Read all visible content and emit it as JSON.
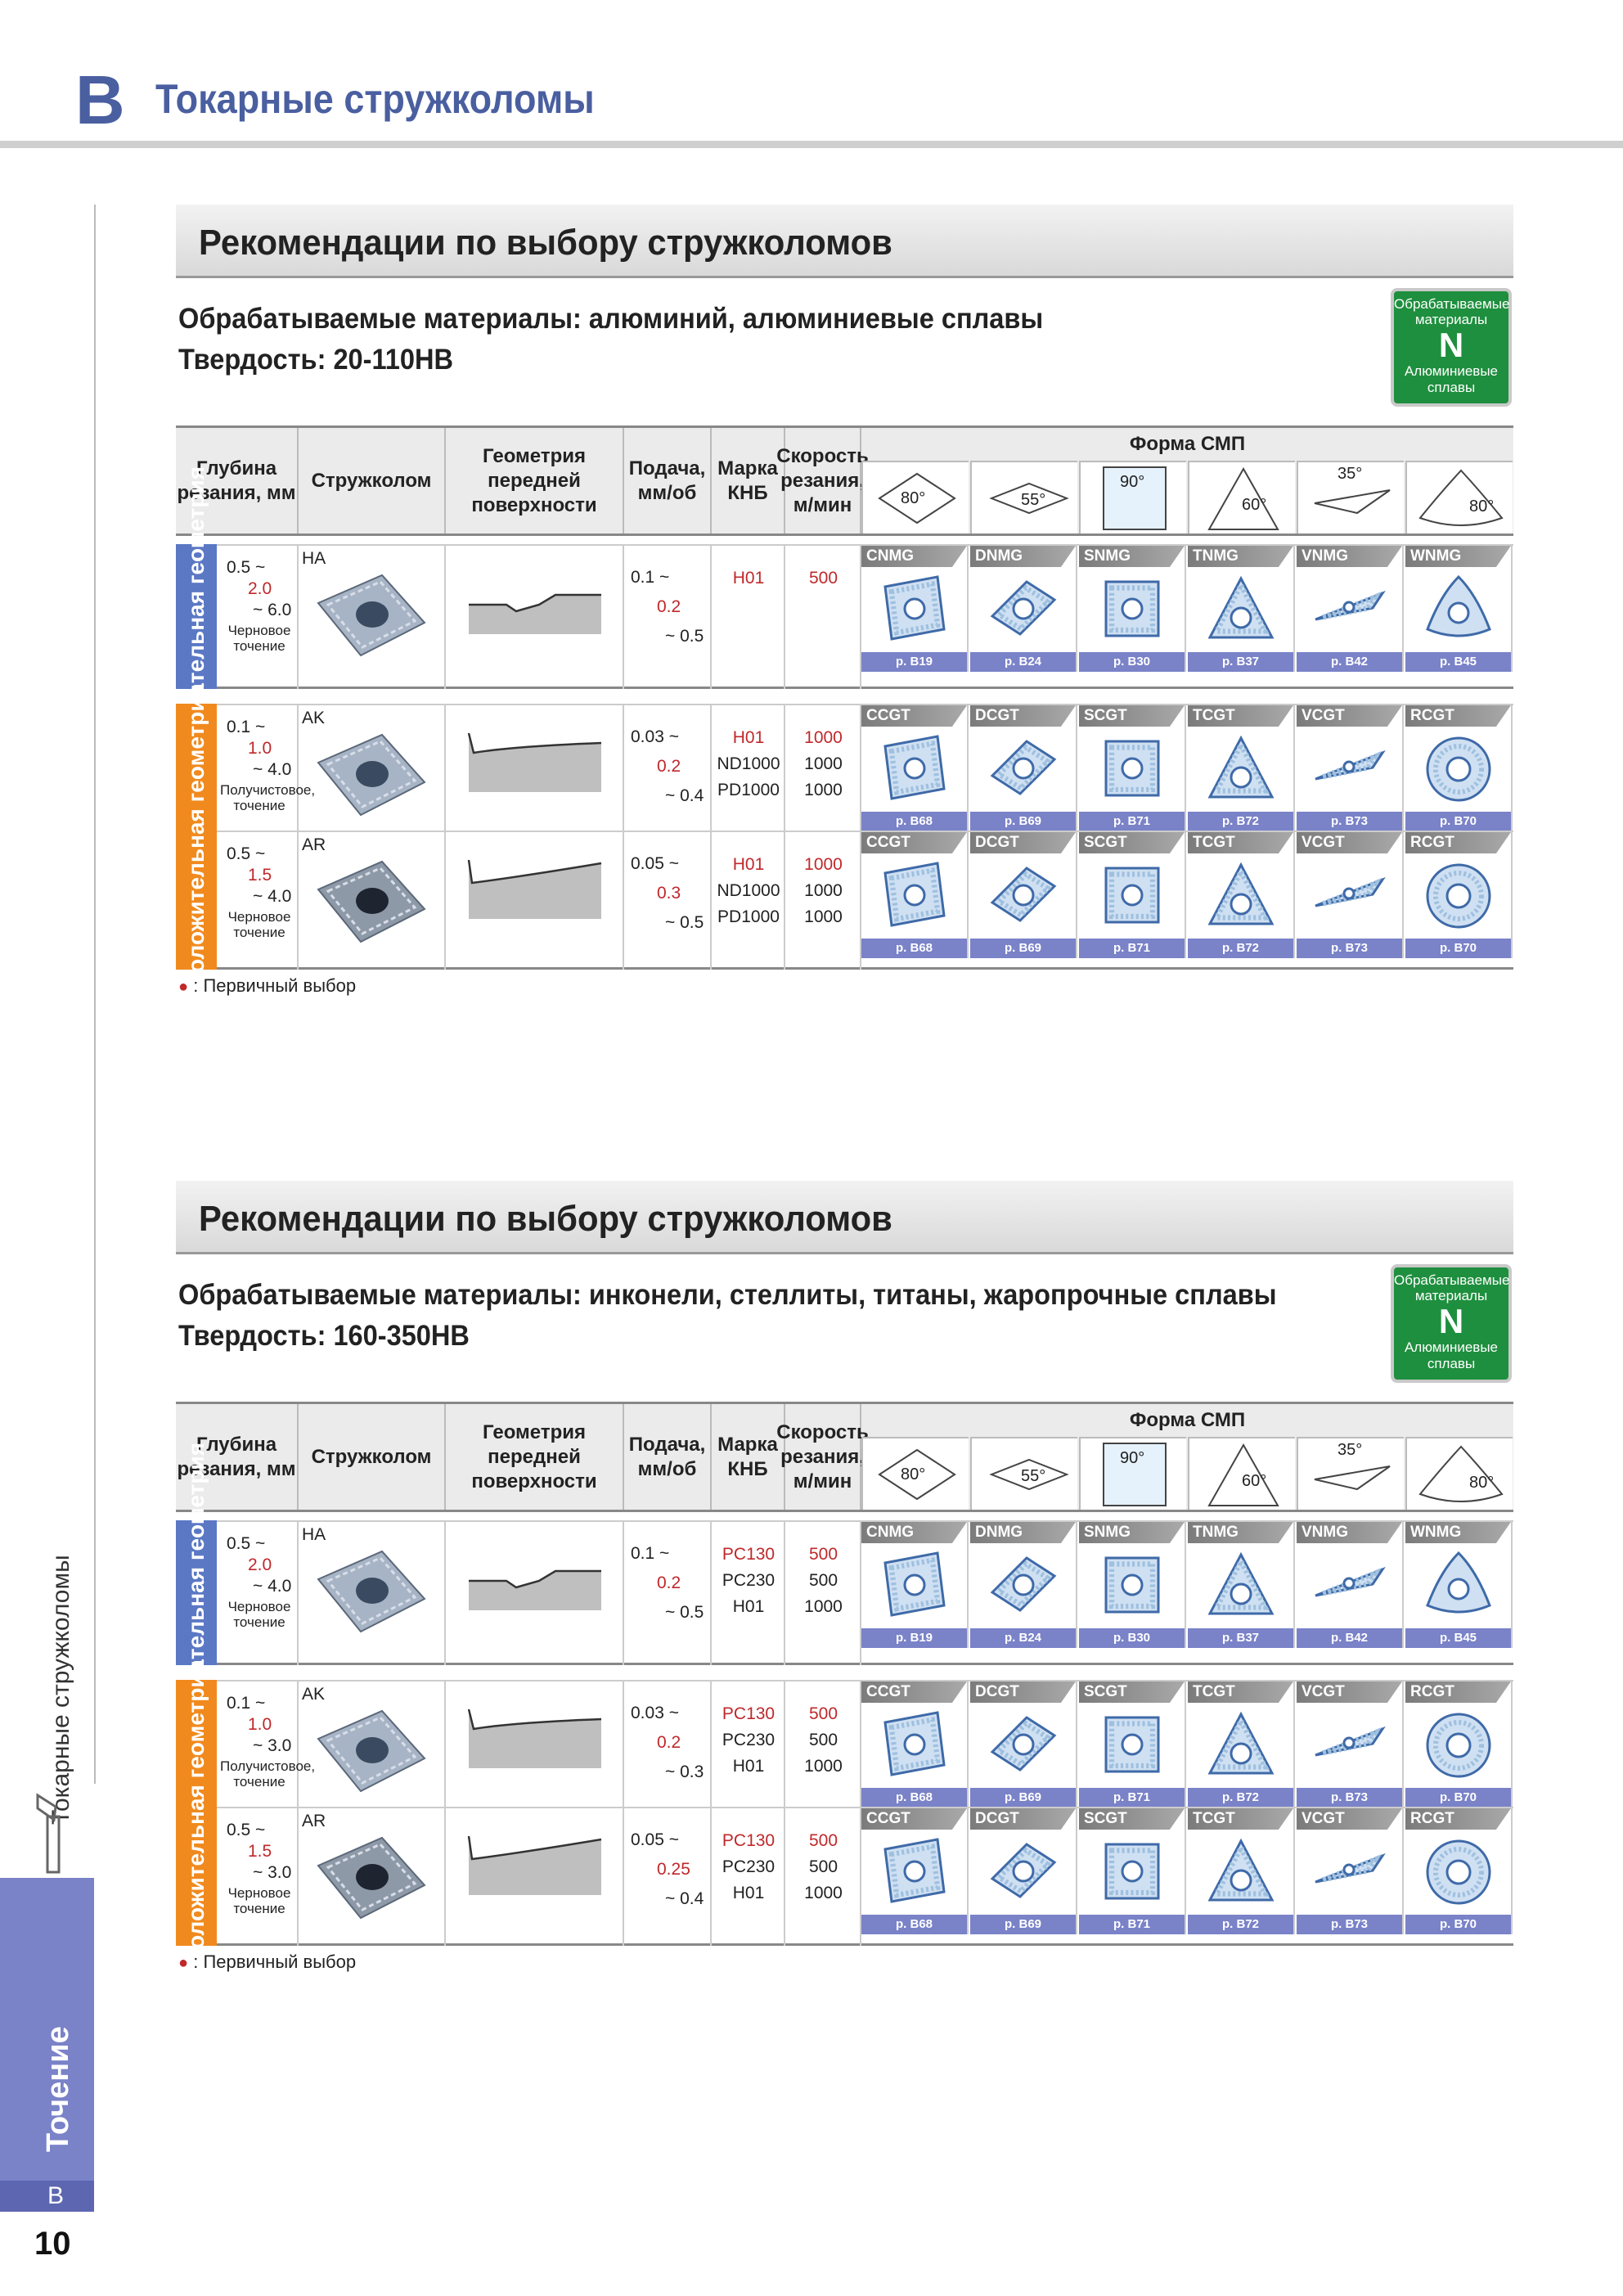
{
  "header": {
    "letter": "B",
    "title": "Токарные стружколомы"
  },
  "side": {
    "label": "Токарные стружколомы",
    "tab": "Точение",
    "page_letter": "B",
    "page_number": "10"
  },
  "sections": [
    {
      "bar_title": "Рекомендации по выбору стружколомов",
      "materials": "Обрабатываемые материалы: алюминий, алюминиевые сплавы",
      "hardness": "Твердость: 20-110HB",
      "badge": {
        "top": "Обрабатываемые материалы",
        "letter": "N",
        "bottom": "Алюминиевые сплавы"
      },
      "headers": {
        "depth": "Глубина резания, мм",
        "breaker": "Стружколом",
        "geometry": "Геометрия передней поверхности",
        "feed": "Подача, мм/об",
        "grade": "Марка КНБ",
        "speed": "Скорость резания, м/мин",
        "forma": "Форма СМП"
      },
      "angles": [
        "80°",
        "55°",
        "90°",
        "60°",
        "35°",
        "80°"
      ],
      "neg_label": "Отрицательная геометрия",
      "pos_label": "Положительная геометрия",
      "rows": [
        {
          "code": "HA",
          "d1": "0.5 ~",
          "d2": "2.0",
          "d3": "~ 6.0",
          "d4": "Черновое",
          "d5": "точение",
          "f1": "0.1 ~",
          "f2": "0.2",
          "f3": "~ 0.5",
          "grades": [
            "H01"
          ],
          "speeds": [
            "500"
          ],
          "shapes": [
            "CNMG",
            "DNMG",
            "SNMG",
            "TNMG",
            "VNMG",
            "WNMG"
          ],
          "refs": [
            "p. B19",
            "p. B24",
            "p. B30",
            "p. B37",
            "p. B42",
            "p. B45"
          ]
        },
        {
          "code": "AK",
          "d1": "0.1 ~",
          "d2": "1.0",
          "d3": "~ 4.0",
          "d4": "Получистовое,",
          "d5": "точение",
          "f1": "0.03 ~",
          "f2": "0.2",
          "f3": "~ 0.4",
          "grades": [
            "H01",
            "ND1000",
            "PD1000"
          ],
          "speeds": [
            "1000",
            "1000",
            "1000"
          ],
          "shapes": [
            "CCGT",
            "DCGT",
            "SCGT",
            "TCGT",
            "VCGT",
            "RCGT"
          ],
          "refs": [
            "p. B68",
            "p. B69",
            "p. B71",
            "p. B72",
            "p. B73",
            "p. B70"
          ]
        },
        {
          "code": "AR",
          "d1": "0.5 ~",
          "d2": "1.5",
          "d3": "~ 4.0",
          "d4": "Черновое",
          "d5": "точение",
          "f1": "0.05 ~",
          "f2": "0.3",
          "f3": "~ 0.5",
          "grades": [
            "H01",
            "ND1000",
            "PD1000"
          ],
          "speeds": [
            "1000",
            "1000",
            "1000"
          ],
          "shapes": [
            "CCGT",
            "DCGT",
            "SCGT",
            "TCGT",
            "VCGT",
            "RCGT"
          ],
          "refs": [
            "p. B68",
            "p. B69",
            "p. B71",
            "p. B72",
            "p. B73",
            "p. B70"
          ]
        }
      ],
      "note": ": Первичный выбор"
    },
    {
      "bar_title": "Рекомендации по выбору стружколомов",
      "materials": "Обрабатываемые материалы: инконели, стеллиты, титаны, жаропрочные сплавы",
      "hardness": "Твердость: 160-350HB",
      "badge": {
        "top": "Обрабатываемые материалы",
        "letter": "N",
        "bottom": "Алюминиевые сплавы"
      },
      "headers": {
        "depth": "Глубина резания, мм",
        "breaker": "Стружколом",
        "geometry": "Геометрия передней поверхности",
        "feed": "Подача, мм/об",
        "grade": "Марка КНБ",
        "speed": "Скорость резания, м/мин",
        "forma": "Форма СМП"
      },
      "angles": [
        "80°",
        "55°",
        "90°",
        "60°",
        "35°",
        "80°"
      ],
      "neg_label": "Отрицательная геометрия",
      "pos_label": "Положительная геометрия",
      "rows": [
        {
          "code": "HA",
          "d1": "0.5 ~",
          "d2": "2.0",
          "d3": "~ 4.0",
          "d4": "Черновое",
          "d5": "точение",
          "f1": "0.1 ~",
          "f2": "0.2",
          "f3": "~ 0.5",
          "grades": [
            "PC130",
            "PC230",
            "H01"
          ],
          "speeds": [
            "500",
            "500",
            "1000"
          ],
          "shapes": [
            "CNMG",
            "DNMG",
            "SNMG",
            "TNMG",
            "VNMG",
            "WNMG"
          ],
          "refs": [
            "p. B19",
            "p. B24",
            "p. B30",
            "p. B37",
            "p. B42",
            "p. B45"
          ]
        },
        {
          "code": "AK",
          "d1": "0.1 ~",
          "d2": "1.0",
          "d3": "~ 3.0",
          "d4": "Получистовое,",
          "d5": "точение",
          "f1": "0.03 ~",
          "f2": "0.2",
          "f3": "~ 0.3",
          "grades": [
            "PC130",
            "PC230",
            "H01"
          ],
          "speeds": [
            "500",
            "500",
            "1000"
          ],
          "shapes": [
            "CCGT",
            "DCGT",
            "SCGT",
            "TCGT",
            "VCGT",
            "RCGT"
          ],
          "refs": [
            "p. B68",
            "p. B69",
            "p. B71",
            "p. B72",
            "p. B73",
            "p. B70"
          ]
        },
        {
          "code": "AR",
          "d1": "0.5 ~",
          "d2": "1.5",
          "d3": "~ 3.0",
          "d4": "Черновое",
          "d5": "точение",
          "f1": "0.05 ~",
          "f2": "0.25",
          "f3": "~ 0.4",
          "grades": [
            "PC130",
            "PC230",
            "H01"
          ],
          "speeds": [
            "500",
            "500",
            "1000"
          ],
          "shapes": [
            "CCGT",
            "DCGT",
            "SCGT",
            "TCGT",
            "VCGT",
            "RCGT"
          ],
          "refs": [
            "p. B68",
            "p. B69",
            "p. B71",
            "p. B72",
            "p. B73",
            "p. B70"
          ]
        }
      ],
      "note": ": Первичный выбор"
    }
  ],
  "colors": {
    "brand": "#4a5fa0",
    "negative": "#5b78c4",
    "positive": "#f08a1e",
    "badge": "#1e8f3e",
    "ref": "#7a82c8",
    "primary_mark": "#c0282b"
  }
}
